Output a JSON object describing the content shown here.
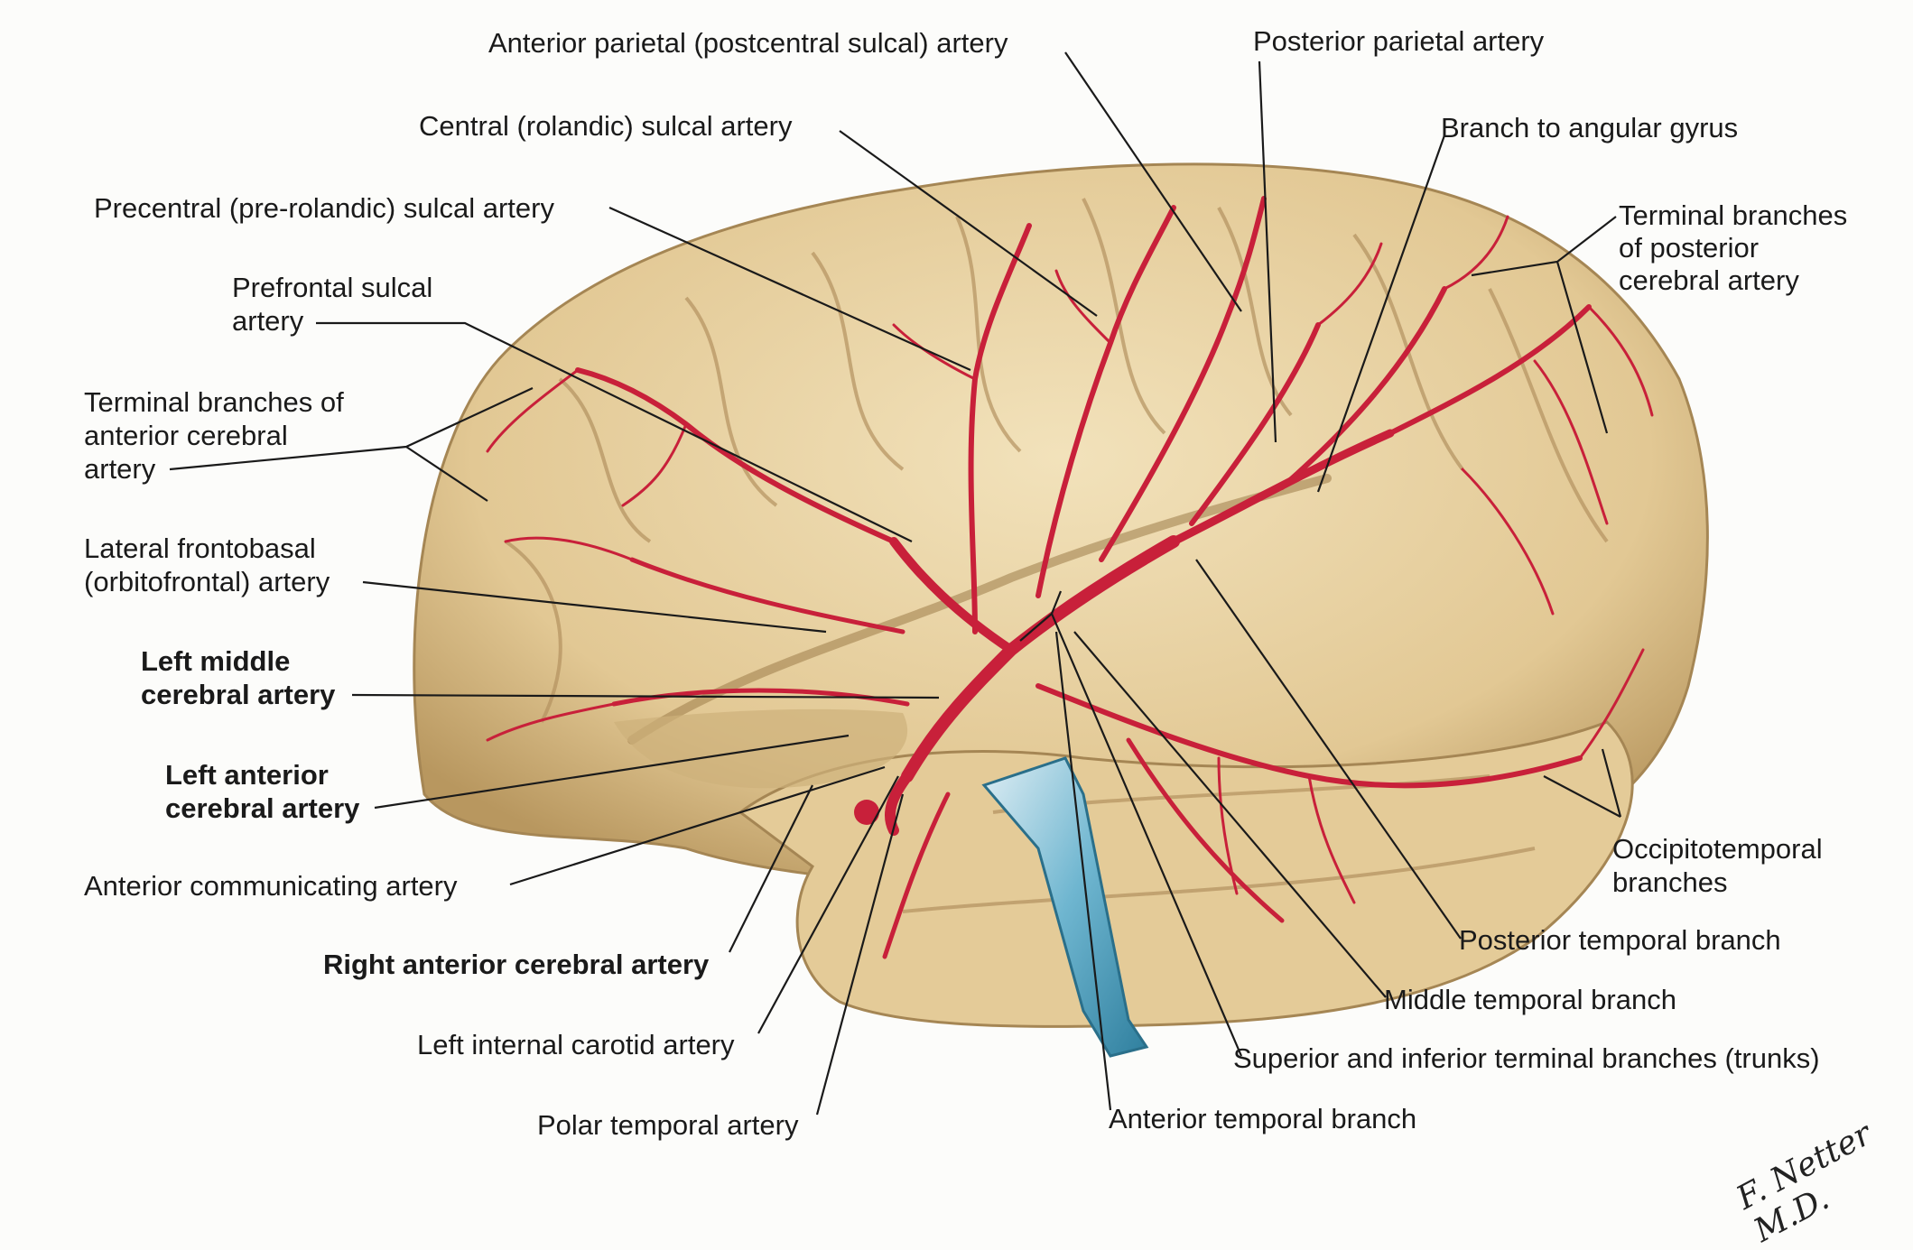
{
  "labels": {
    "anterior_parietal": "Anterior parietal (postcentral sulcal) artery",
    "central_sulcal": "Central (rolandic) sulcal artery",
    "precentral_sulcal": "Precentral (pre-rolandic) sulcal artery",
    "prefrontal_1": "Prefrontal sulcal",
    "prefrontal_2": "artery",
    "terminal_aca_1": "Terminal branches of",
    "terminal_aca_2": "anterior cerebral",
    "terminal_aca_3": "artery",
    "lateral_frontobasal_1": "Lateral frontobasal",
    "lateral_frontobasal_2": "(orbitofrontal) artery",
    "left_mca_1": "Left middle",
    "left_mca_2": "cerebral artery",
    "left_aca_1": "Left anterior",
    "left_aca_2": "cerebral artery",
    "anterior_communicating": "Anterior communicating artery",
    "right_aca": "Right anterior cerebral artery",
    "left_ica": "Left internal carotid artery",
    "polar_temporal": "Polar temporal artery",
    "posterior_parietal": "Posterior parietal artery",
    "angular_gyrus": "Branch to angular gyrus",
    "terminal_pca_1": "Terminal branches",
    "terminal_pca_2": "of posterior",
    "terminal_pca_3": "cerebral artery",
    "occipitotemporal_1": "Occipitotemporal",
    "occipitotemporal_2": "branches",
    "posterior_temporal": "Posterior temporal branch",
    "middle_temporal": "Middle temporal branch",
    "sup_inf_terminal": "Superior and inferior terminal branches (trunks)",
    "anterior_temporal": "Anterior temporal branch"
  },
  "signature": "F. Netter M.D.",
  "colors": {
    "brain": "#e6cf9e",
    "brain_shadow": "#b8975f",
    "artery": "#c8203a",
    "vessel_stump": "#6fb6d0",
    "leader": "#1a1a1a"
  }
}
